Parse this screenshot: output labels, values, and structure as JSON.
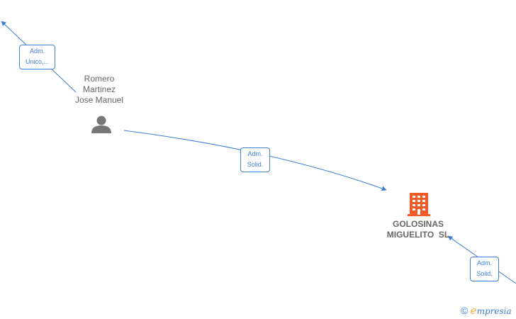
{
  "nodes": {
    "person": {
      "name_line1": "Romero",
      "name_line2": "Martinez",
      "name_line3": "Jose Manuel"
    },
    "company": {
      "name_line1": "GOLOSINAS",
      "name_line2": "MIGUELITO  SL"
    }
  },
  "edges": {
    "top_left": {
      "line1": "Adm.",
      "line2": "Unico,..."
    },
    "middle": {
      "line1": "Adm.",
      "line2": "Solid."
    },
    "bottom_right": {
      "line1": "Adm.",
      "line2": "Solid."
    }
  },
  "brand": {
    "copyright": "©",
    "e": "e",
    "rest": "mpresia"
  },
  "colors": {
    "edge": "#3c7fd6",
    "company_icon": "#f25a29",
    "person_icon": "#777777",
    "label_text": "#666666"
  }
}
